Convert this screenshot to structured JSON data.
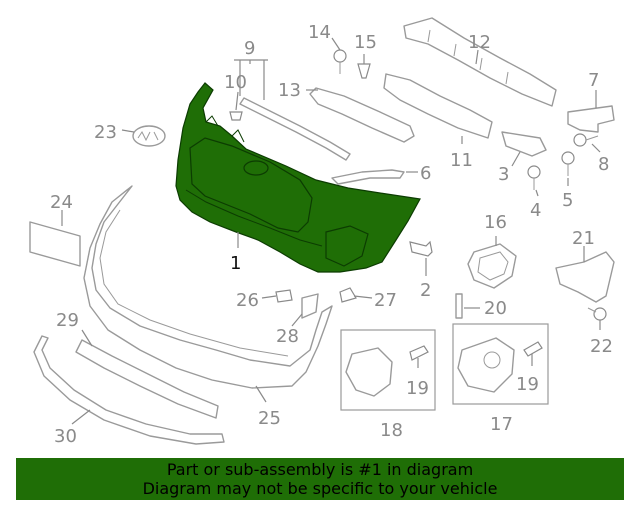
{
  "diagram": {
    "highlight_color": "#1f6e06",
    "line_color": "#9a9a9a",
    "labels": {
      "p1": "1",
      "p2": "2",
      "p3": "3",
      "p4": "4",
      "p5": "5",
      "p6": "6",
      "p7": "7",
      "p8": "8",
      "p9": "9",
      "p10": "10",
      "p11": "11",
      "p12": "12",
      "p13": "13",
      "p14": "14",
      "p15": "15",
      "p16": "16",
      "p17": "17",
      "p18": "18",
      "p19a": "19",
      "p19b": "19",
      "p20": "20",
      "p21": "21",
      "p22": "22",
      "p23": "23",
      "p24": "24",
      "p25": "25",
      "p26": "26",
      "p27": "27",
      "p28": "28",
      "p29": "29",
      "p30": "30"
    }
  },
  "banner": {
    "background": "#1f6e06",
    "line1": "Part or sub-assembly is #1 in diagram",
    "line2": "Diagram may not be specific to your vehicle"
  }
}
